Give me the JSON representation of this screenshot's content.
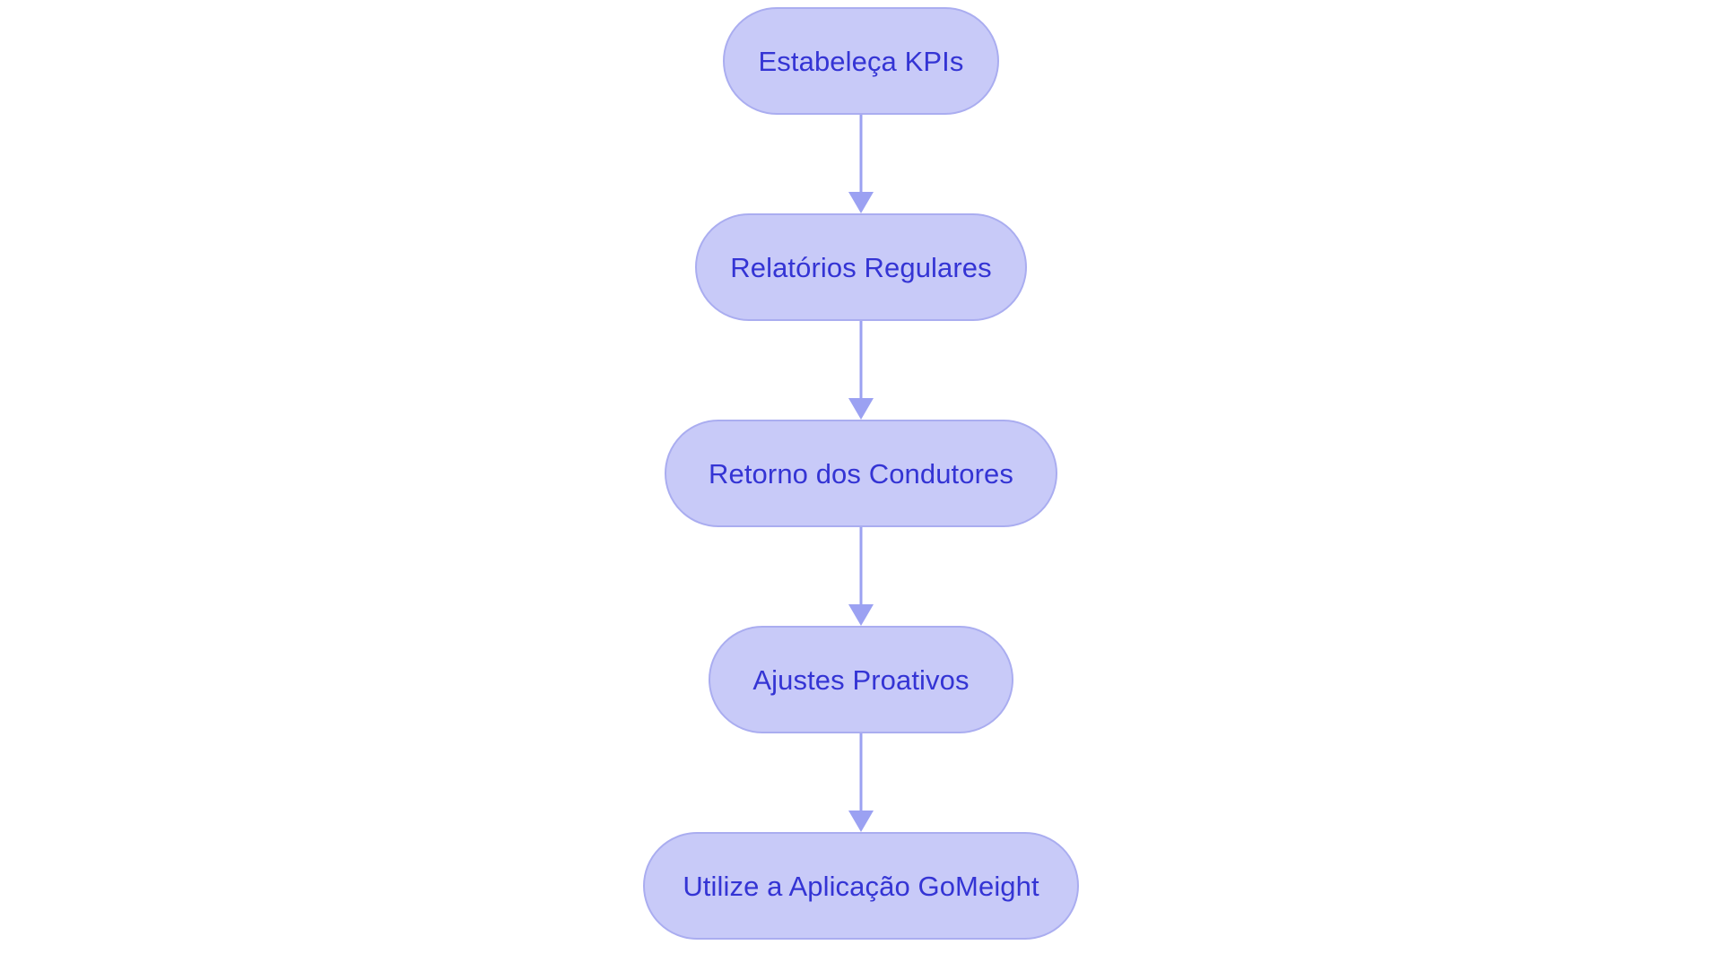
{
  "diagram": {
    "type": "flowchart",
    "direction": "top-to-bottom",
    "title": "",
    "background_color": "#ffffff",
    "node_fill_color": "#c8caf8",
    "node_border_color": "#aaadf0",
    "node_text_color": "#3434d4",
    "connector_color": "#9ba1f2",
    "nodes": [
      {
        "id": "node-1",
        "label": "Estabeleça KPIs"
      },
      {
        "id": "node-2",
        "label": "Relatórios Regulares"
      },
      {
        "id": "node-3",
        "label": "Retorno dos Condutores"
      },
      {
        "id": "node-4",
        "label": "Ajustes Proativos"
      },
      {
        "id": "node-5",
        "label": "Utilize a Aplicação GoMeight"
      }
    ],
    "connectors": [
      {
        "id": "connector-1",
        "from": "node-1",
        "to": "node-2",
        "arrow": "down-arrow-icon"
      },
      {
        "id": "connector-2",
        "from": "node-2",
        "to": "node-3",
        "arrow": "down-arrow-icon"
      },
      {
        "id": "connector-3",
        "from": "node-3",
        "to": "node-4",
        "arrow": "down-arrow-icon"
      },
      {
        "id": "connector-4",
        "from": "node-4",
        "to": "node-5",
        "arrow": "down-arrow-icon"
      }
    ]
  }
}
